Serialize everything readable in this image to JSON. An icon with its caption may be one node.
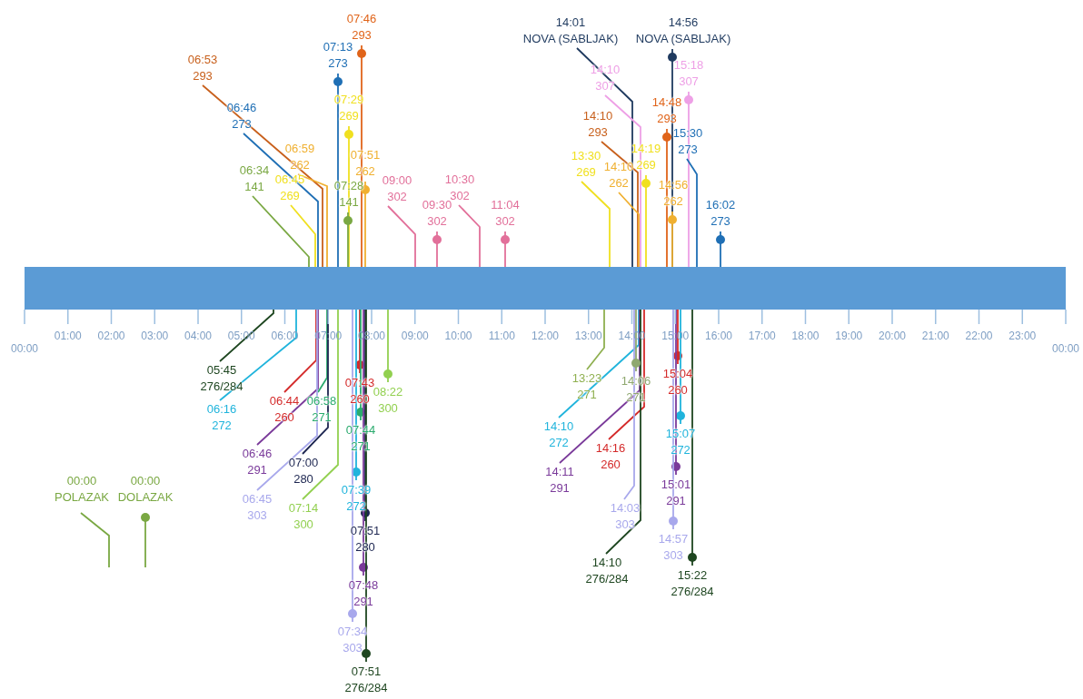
{
  "diagram": {
    "nodes": [
      {
        "text": [],
        "shape": "bar"
      },
      {
        "text": [
          "06:53",
          "293"
        ]
      },
      {
        "text": [
          "06:46",
          "273"
        ]
      },
      {
        "text": [
          "06:59",
          "262"
        ]
      },
      {
        "text": [
          "06:34",
          "141"
        ]
      },
      {
        "text": [
          "06:45",
          "269"
        ]
      },
      {
        "text": [
          "07:13",
          "273"
        ]
      },
      {
        "text": [
          "07:46",
          "293"
        ]
      },
      {
        "text": [
          "07:29",
          "269"
        ]
      },
      {
        "text": [
          "07:51",
          "262"
        ]
      },
      {
        "text": [
          "07:28",
          "141"
        ]
      },
      {
        "text": [
          "09:00",
          "302"
        ]
      },
      {
        "text": [
          "09:30",
          "302"
        ]
      },
      {
        "text": [
          "10:30",
          "302"
        ]
      },
      {
        "text": [
          "11:04",
          "302"
        ]
      },
      {
        "text": [
          "13:30",
          "269"
        ]
      },
      {
        "text": [
          "14:01",
          "NOVA (SABLJAK)"
        ]
      },
      {
        "text": [
          "14:10",
          "307"
        ]
      },
      {
        "text": [
          "14:10",
          "293"
        ]
      },
      {
        "text": [
          "14:19",
          "269"
        ]
      },
      {
        "text": [
          "14:10",
          "262"
        ]
      },
      {
        "text": [
          "14:48",
          "293"
        ]
      },
      {
        "text": [
          "14:56",
          "NOVA (SABLJAK)"
        ]
      },
      {
        "text": [
          "14:56",
          "262"
        ]
      },
      {
        "text": [
          "15:18",
          "307"
        ]
      },
      {
        "text": [
          "15:30",
          "273"
        ]
      },
      {
        "text": [
          "16:02",
          "273"
        ]
      },
      {
        "text": [
          "05:45",
          "276/284"
        ]
      },
      {
        "text": [
          "06:16",
          "272"
        ]
      },
      {
        "text": [
          "06:44",
          "260"
        ]
      },
      {
        "text": [
          "06:58",
          "271"
        ]
      },
      {
        "text": [
          "06:46",
          "291"
        ]
      },
      {
        "text": [
          "07:00",
          "280"
        ]
      },
      {
        "text": [
          "06:45",
          "303"
        ]
      },
      {
        "text": [
          "07:14",
          "300"
        ]
      },
      {
        "text": [
          "07:43",
          "260"
        ]
      },
      {
        "text": [
          "08:22",
          "300"
        ]
      },
      {
        "text": [
          "07:44",
          "271"
        ]
      },
      {
        "text": [
          "07:39",
          "272"
        ]
      },
      {
        "text": [
          "07:51",
          "280"
        ]
      },
      {
        "text": [
          "07:48",
          "291"
        ]
      },
      {
        "text": [
          "07:34",
          "303"
        ]
      },
      {
        "text": [
          "07:51",
          "276/284"
        ]
      },
      {
        "text": [
          "13:23",
          "271"
        ]
      },
      {
        "text": [
          "14:10",
          "272"
        ]
      },
      {
        "text": [
          "14:16",
          "260"
        ]
      },
      {
        "text": [
          "14:11",
          "291"
        ]
      },
      {
        "text": [
          "14:03",
          "303"
        ]
      },
      {
        "text": [
          "14:10",
          "276/284"
        ]
      },
      {
        "text": [
          "14:06",
          "271"
        ]
      },
      {
        "text": [
          "15:04",
          "260"
        ]
      },
      {
        "text": [
          "15:07",
          "272"
        ]
      },
      {
        "text": [
          "15:01",
          "291"
        ]
      },
      {
        "text": [
          "14:57",
          "303"
        ]
      },
      {
        "text": [
          "15:22",
          "276/284"
        ]
      }
    ],
    "edges": [
      {
        "from": 1,
        "to": 0,
        "arrow": "none",
        "color": "#c8601c"
      },
      {
        "from": 2,
        "to": 0,
        "arrow": "none",
        "color": "#1f6fb5"
      },
      {
        "from": 3,
        "to": 0,
        "arrow": "none",
        "color": "#f0b030"
      },
      {
        "from": 4,
        "to": 0,
        "arrow": "none",
        "color": "#7aa843"
      },
      {
        "from": 5,
        "to": 0,
        "arrow": "none",
        "color": "#f0e020"
      },
      {
        "from": 6,
        "to": 0,
        "arrow": "other",
        "color": "#1f6fb5"
      },
      {
        "from": 7,
        "to": 0,
        "arrow": "other",
        "color": "#e0641a"
      },
      {
        "from": 8,
        "to": 0,
        "arrow": "other",
        "color": "#f0e020"
      },
      {
        "from": 9,
        "to": 0,
        "arrow": "other",
        "color": "#f0b030"
      },
      {
        "from": 10,
        "to": 0,
        "arrow": "other",
        "color": "#7aa843"
      },
      {
        "from": 11,
        "to": 0,
        "arrow": "none",
        "color": "#e2709a"
      },
      {
        "from": 12,
        "to": 0,
        "arrow": "other",
        "color": "#e2709a"
      },
      {
        "from": 13,
        "to": 0,
        "arrow": "none",
        "color": "#e2709a"
      },
      {
        "from": 14,
        "to": 0,
        "arrow": "other",
        "color": "#e2709a"
      },
      {
        "from": 15,
        "to": 0,
        "arrow": "none",
        "color": "#f0e020"
      },
      {
        "from": 16,
        "to": 0,
        "arrow": "none",
        "color": "#1f3a5f"
      },
      {
        "from": 17,
        "to": 0,
        "arrow": "none",
        "color": "#eea0e6"
      },
      {
        "from": 18,
        "to": 0,
        "arrow": "none",
        "color": "#c8601c"
      },
      {
        "from": 19,
        "to": 0,
        "arrow": "other",
        "color": "#f0e020"
      },
      {
        "from": 20,
        "to": 0,
        "arrow": "none",
        "color": "#f0b030"
      },
      {
        "from": 21,
        "to": 0,
        "arrow": "other",
        "color": "#e0641a"
      },
      {
        "from": 22,
        "to": 0,
        "arrow": "other",
        "color": "#1f3a5f"
      },
      {
        "from": 23,
        "to": 0,
        "arrow": "other",
        "color": "#f0b030"
      },
      {
        "from": 24,
        "to": 0,
        "arrow": "other",
        "color": "#eea0e6"
      },
      {
        "from": 25,
        "to": 0,
        "arrow": "none",
        "color": "#1f6fb5"
      },
      {
        "from": 26,
        "to": 0,
        "arrow": "other",
        "color": "#1f6fb5"
      },
      {
        "from": 27,
        "to": 0,
        "arrow": "none",
        "color": "#1e4620"
      },
      {
        "from": 28,
        "to": 0,
        "arrow": "none",
        "color": "#20b4dc"
      },
      {
        "from": 29,
        "to": 0,
        "arrow": "none",
        "color": "#d42a2a"
      },
      {
        "from": 30,
        "to": 0,
        "arrow": "none",
        "color": "#2bab6e"
      },
      {
        "from": 31,
        "to": 0,
        "arrow": "none",
        "color": "#7a3a9a"
      },
      {
        "from": 32,
        "to": 0,
        "arrow": "none",
        "color": "#1c2550"
      },
      {
        "from": 33,
        "to": 0,
        "arrow": "none",
        "color": "#a8a8ec"
      },
      {
        "from": 34,
        "to": 0,
        "arrow": "none",
        "color": "#92d050"
      },
      {
        "from": 35,
        "to": 0,
        "arrow": "other",
        "color": "#d42a2a"
      },
      {
        "from": 36,
        "to": 0,
        "arrow": "other",
        "color": "#92d050"
      },
      {
        "from": 37,
        "to": 0,
        "arrow": "other",
        "color": "#2bab6e"
      },
      {
        "from": 38,
        "to": 0,
        "arrow": "other",
        "color": "#20b4dc"
      },
      {
        "from": 39,
        "to": 0,
        "arrow": "other",
        "color": "#1c2550"
      },
      {
        "from": 40,
        "to": 0,
        "arrow": "other",
        "color": "#7a3a9a"
      },
      {
        "from": 41,
        "to": 0,
        "arrow": "other",
        "color": "#a8a8ec"
      },
      {
        "from": 42,
        "to": 0,
        "arrow": "other",
        "color": "#1e4620"
      },
      {
        "from": 43,
        "to": 0,
        "arrow": "none",
        "color": "#8fb050"
      },
      {
        "from": 44,
        "to": 0,
        "arrow": "none",
        "color": "#20b4dc"
      },
      {
        "from": 45,
        "to": 0,
        "arrow": "none",
        "color": "#d42a2a"
      },
      {
        "from": 46,
        "to": 0,
        "arrow": "none",
        "color": "#7a3a9a"
      },
      {
        "from": 47,
        "to": 0,
        "arrow": "none",
        "color": "#a8a8ec"
      },
      {
        "from": 48,
        "to": 0,
        "arrow": "none",
        "color": "#1e4620"
      },
      {
        "from": 49,
        "to": 0,
        "arrow": "other",
        "color": "#8fa870"
      },
      {
        "from": 50,
        "to": 0,
        "arrow": "other",
        "color": "#d42a2a"
      },
      {
        "from": 51,
        "to": 0,
        "arrow": "other",
        "color": "#20b4dc"
      },
      {
        "from": 52,
        "to": 0,
        "arrow": "other",
        "color": "#7a3a9a"
      },
      {
        "from": 53,
        "to": 0,
        "arrow": "other",
        "color": "#a8a8ec"
      },
      {
        "from": 54,
        "to": 0,
        "arrow": "other",
        "color": "#1e4620"
      }
    ],
    "labels": [
      "00:00",
      "01:00",
      "02:00",
      "03:00",
      "04:00",
      "05:00",
      "06:00",
      "07:00",
      "08:00",
      "09:00",
      "10:00",
      "11:00",
      "12:00",
      "13:00",
      "14:00",
      "15:00",
      "16:00",
      "17:00",
      "18:00",
      "19:00",
      "20:00",
      "21:00",
      "22:00",
      "23:00",
      "00:00"
    ],
    "legend": [
      {
        "text": "00:00 POLAZAK"
      },
      {
        "text": "00:00 DOLAZAK"
      }
    ]
  }
}
